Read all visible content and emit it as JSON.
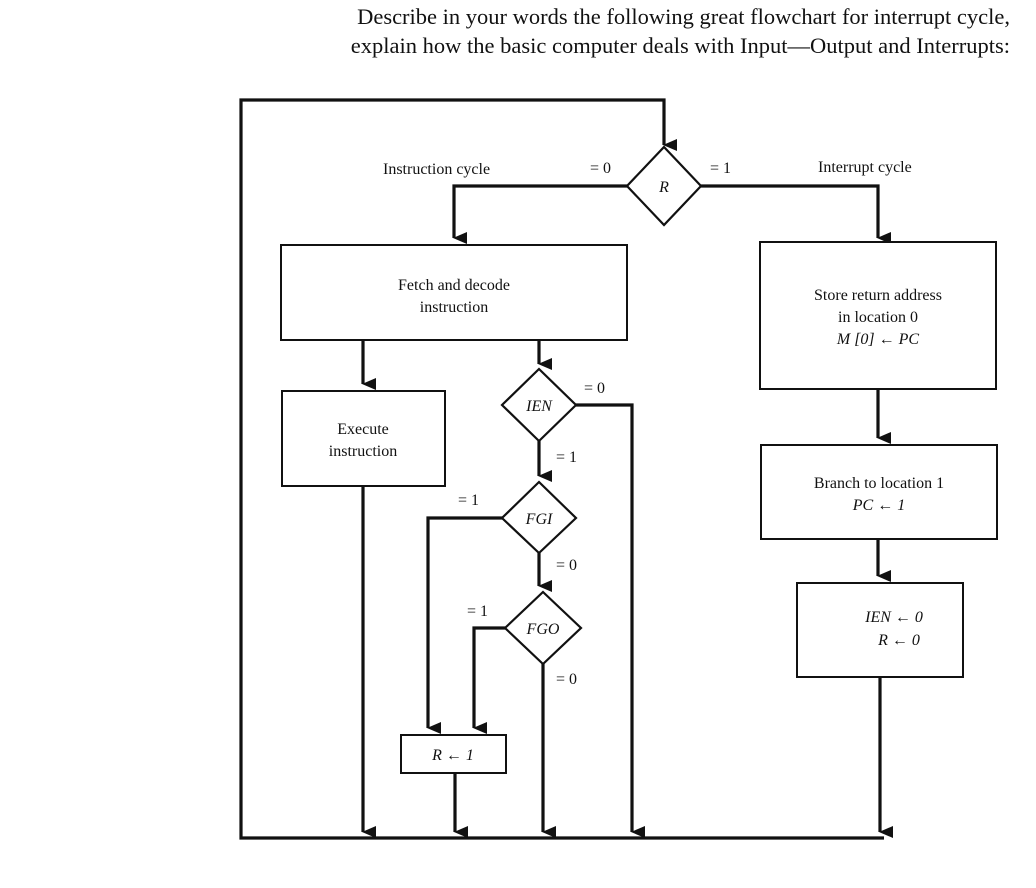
{
  "question": {
    "line1": "Describe in your words the following great flowchart for interrupt cycle,",
    "line2": "explain how the basic computer deals with Input—Output and Interrupts:"
  },
  "flowchart": {
    "instruction_cycle_label": "Instruction cycle",
    "interrupt_cycle_label": "Interrupt cycle",
    "r_decision": {
      "text": "R",
      "branch_zero": "= 0",
      "branch_one": "= 1"
    },
    "fetch_box": {
      "line1": "Fetch and decode",
      "line2": "instruction"
    },
    "execute_box": {
      "line1": "Execute",
      "line2": "instruction"
    },
    "ien_decision": {
      "text": "IEN",
      "branch_zero": "= 0",
      "branch_one": "= 1"
    },
    "fgi_decision": {
      "text": "FGI",
      "branch_one": "= 1",
      "branch_zero": "= 0"
    },
    "fgo_decision": {
      "text": "FGO",
      "branch_one": "= 1",
      "branch_zero": "= 0"
    },
    "set_r_box": {
      "text": "R ← 1"
    },
    "store_box": {
      "line1": "Store return address",
      "line2": "in location 0",
      "line3": "M [0] ← PC"
    },
    "branch_box": {
      "line1": "Branch to location 1",
      "line2": "PC ← 1"
    },
    "reset_box": {
      "line1": "IEN ← 0",
      "line2": "R ← 0"
    }
  }
}
